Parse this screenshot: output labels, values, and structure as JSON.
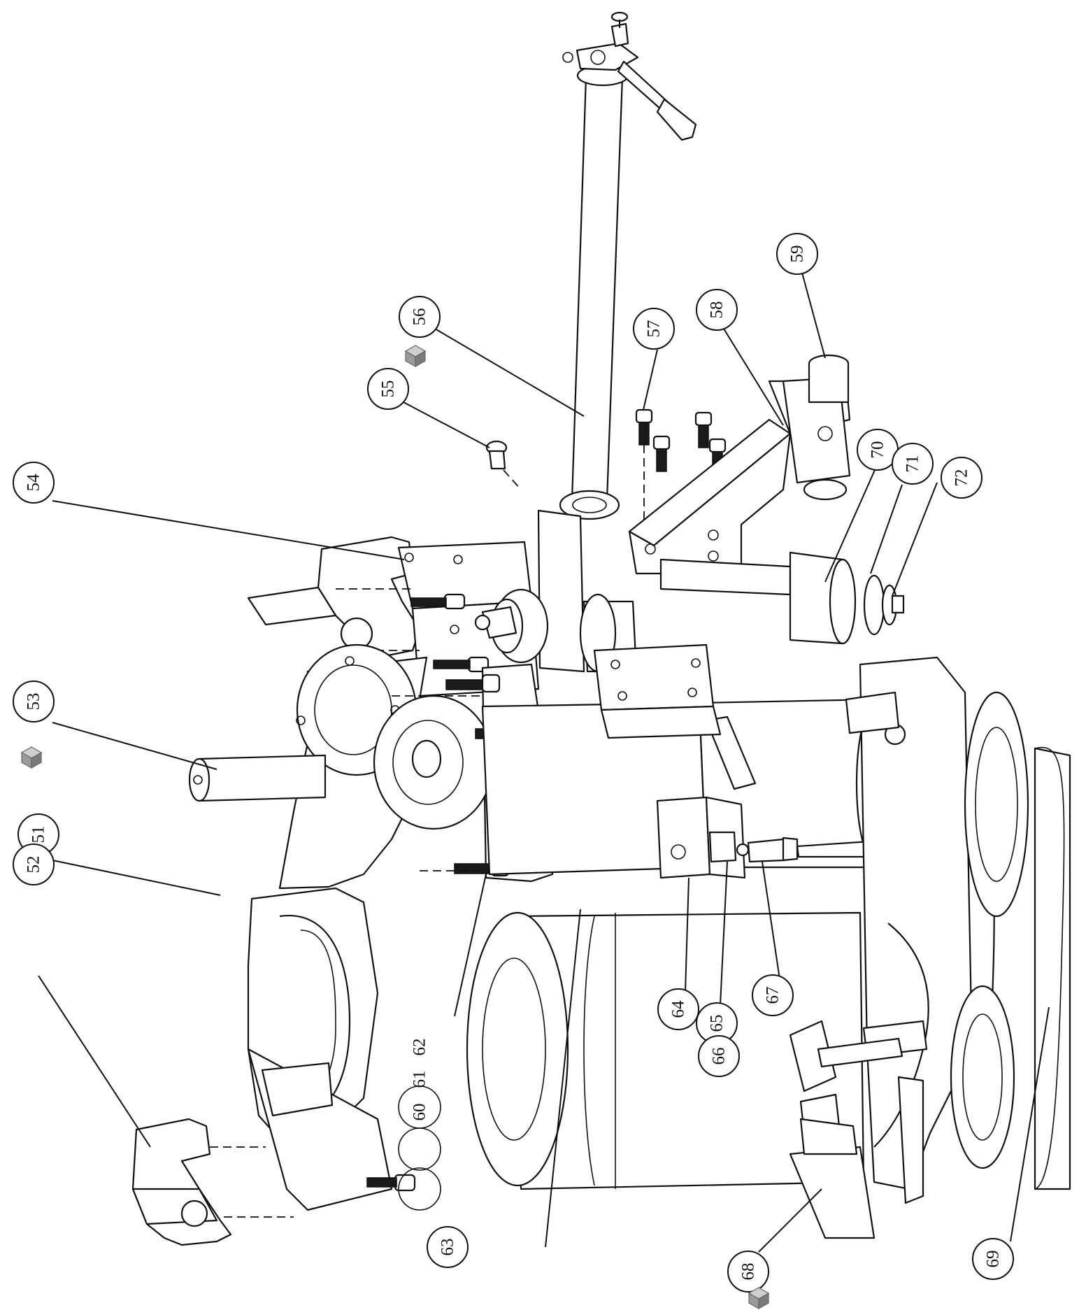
{
  "callouts": [
    {
      "id": "51",
      "text": "51"
    },
    {
      "id": "52",
      "text": "52"
    },
    {
      "id": "53",
      "text": "53"
    },
    {
      "id": "54",
      "text": "54"
    },
    {
      "id": "55",
      "text": "55"
    },
    {
      "id": "56",
      "text": "56"
    },
    {
      "id": "57",
      "text": "57"
    },
    {
      "id": "58",
      "text": "58"
    },
    {
      "id": "59",
      "text": "59"
    },
    {
      "id": "60",
      "text": "60"
    },
    {
      "id": "61",
      "text": "61"
    },
    {
      "id": "62",
      "text": "62"
    },
    {
      "id": "63",
      "text": "63"
    },
    {
      "id": "64",
      "text": "64"
    },
    {
      "id": "65",
      "text": "65"
    },
    {
      "id": "66",
      "text": "66"
    },
    {
      "id": "67",
      "text": "67"
    },
    {
      "id": "68",
      "text": "68"
    },
    {
      "id": "69",
      "text": "69"
    },
    {
      "id": "70",
      "text": "70"
    },
    {
      "id": "71",
      "text": "71"
    },
    {
      "id": "72",
      "text": "72"
    }
  ],
  "icons": {
    "assembly_marker": "cube-icon"
  }
}
